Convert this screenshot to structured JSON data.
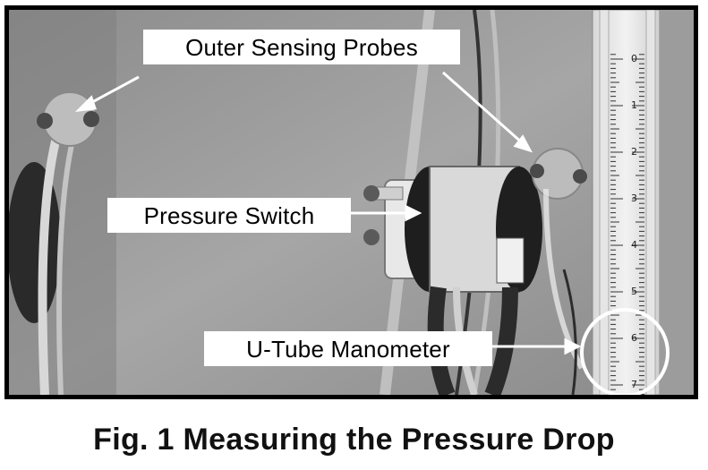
{
  "labels": {
    "outer_sensing_probes": "Outer Sensing Probes",
    "pressure_switch": "Pressure Switch",
    "u_tube_manometer": "U-Tube Manometer"
  },
  "caption": "Fig. 1 Measuring the Pressure Drop",
  "ruler": {
    "marks": [
      "0",
      "1",
      "2",
      "3",
      "4",
      "5",
      "6",
      "7"
    ]
  },
  "colors": {
    "frame": "#000000",
    "label_bg": "#ffffff",
    "panel": "#9a9a9a"
  }
}
